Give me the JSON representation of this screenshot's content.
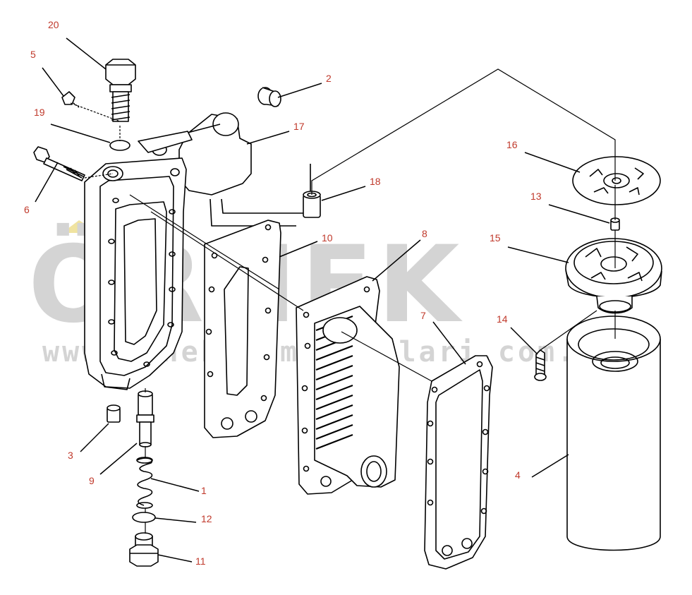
{
  "watermark": {
    "brand": "ÖRNEK",
    "url": "www.ornekisimakinalari.com.tr",
    "color": "#d4d4d4",
    "accent": "#f0e3a0"
  },
  "colors": {
    "line": "#000000",
    "callout_text": "#c0392b"
  },
  "callouts": [
    {
      "id": "c20",
      "label": "20"
    },
    {
      "id": "c5",
      "label": "5"
    },
    {
      "id": "c19",
      "label": "19"
    },
    {
      "id": "c6",
      "label": "6"
    },
    {
      "id": "c2",
      "label": "2"
    },
    {
      "id": "c17",
      "label": "17"
    },
    {
      "id": "c18",
      "label": "18"
    },
    {
      "id": "c16",
      "label": "16"
    },
    {
      "id": "c13",
      "label": "13"
    },
    {
      "id": "c10",
      "label": "10"
    },
    {
      "id": "c8",
      "label": "8"
    },
    {
      "id": "c15",
      "label": "15"
    },
    {
      "id": "c7",
      "label": "7"
    },
    {
      "id": "c14",
      "label": "14"
    },
    {
      "id": "c3",
      "label": "3"
    },
    {
      "id": "c9",
      "label": "9"
    },
    {
      "id": "c4",
      "label": "4"
    },
    {
      "id": "c1",
      "label": "1"
    },
    {
      "id": "c12",
      "label": "12"
    },
    {
      "id": "c11",
      "label": "11"
    }
  ]
}
